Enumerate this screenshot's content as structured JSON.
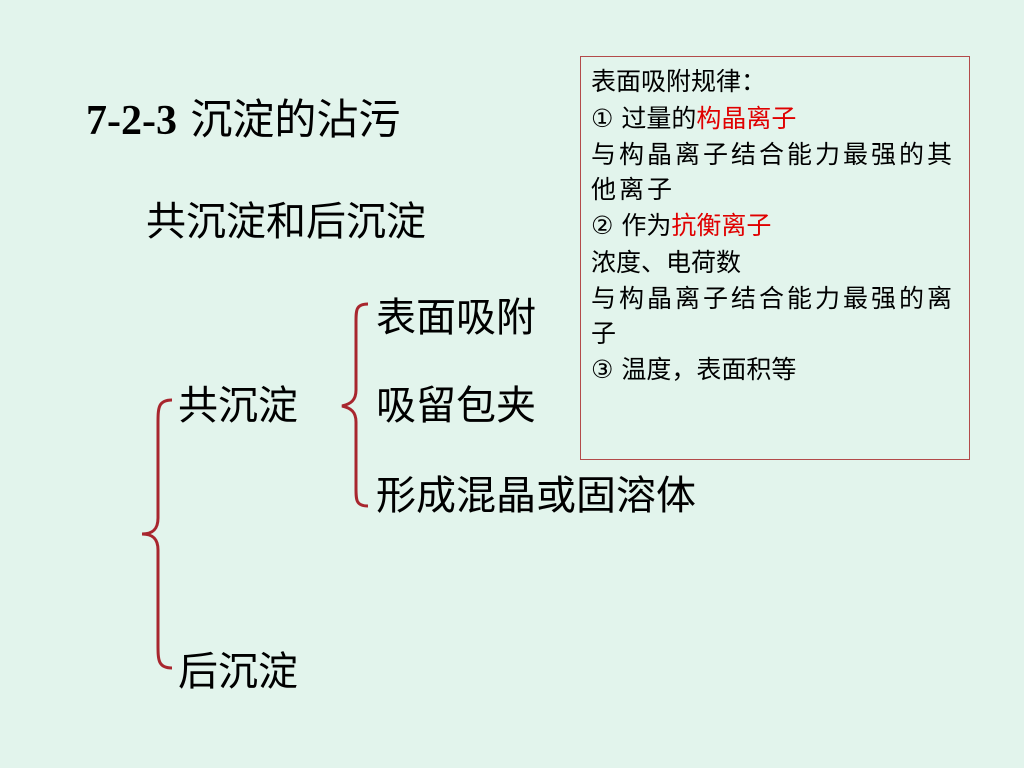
{
  "slide": {
    "title_number": "7-2-3",
    "title_text": "沉淀的沾污",
    "subtitle": "共沉淀和后沉淀",
    "tree": {
      "coprecipitation": "共沉淀",
      "postprecipitation": "后沉淀",
      "children": [
        "表面吸附",
        "吸留包夹",
        "形成混晶或固溶体"
      ]
    },
    "rule_box": {
      "heading": "表面吸附规律：",
      "item1_prefix": "① 过量的",
      "item1_highlight": "构晶离子",
      "item1_detail": "与构晶离子结合能力最强的其他离子",
      "item2_prefix": "② 作为",
      "item2_highlight": "抗衡离子",
      "item2_factors": "浓度、电荷数",
      "item2_detail": "与构晶离子结合能力最强的离子",
      "item3": "③  温度，表面积等"
    },
    "colors": {
      "background": "#e2f4ec",
      "brace": "#a8262e",
      "highlight": "#e00000",
      "box_border": "#b34a4a"
    }
  }
}
